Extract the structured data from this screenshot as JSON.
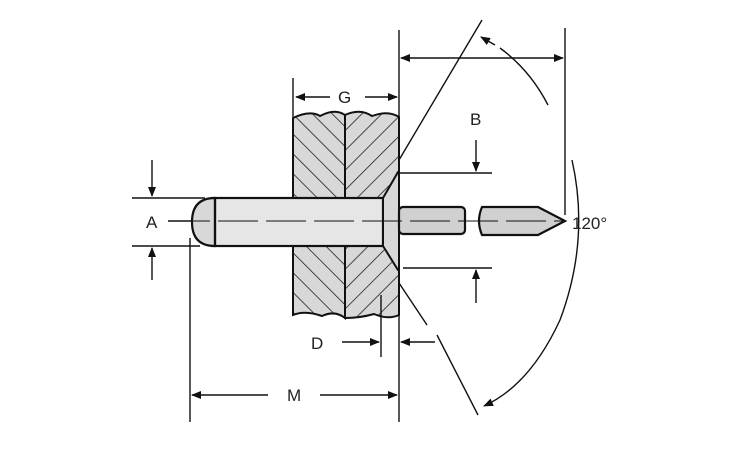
{
  "diagram": {
    "labels": {
      "A": "A",
      "B": "B",
      "D": "D",
      "G": "G",
      "M": "M",
      "angle": "120°"
    },
    "colors": {
      "fill": "#d8d8d8",
      "line": "#111111",
      "body": "#e6e6e6"
    }
  }
}
